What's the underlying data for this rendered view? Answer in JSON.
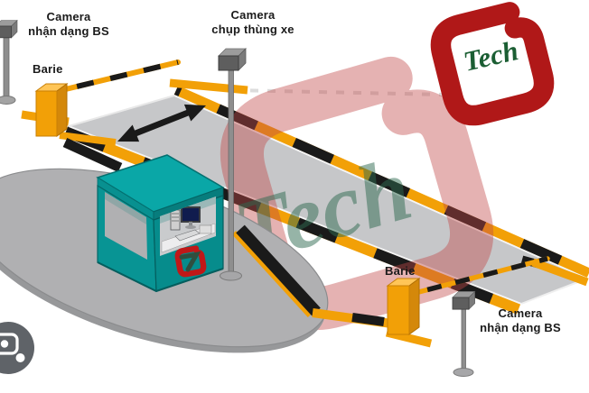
{
  "diagram": {
    "labels": {
      "camera_anpr_top": {
        "line1": "Camera",
        "line2": "nhận dạng BS"
      },
      "barrier_top": "Barie",
      "camera_cargo": {
        "line1": "Camera",
        "line2": "chụp thùng xe"
      },
      "barrier_bottom": "Barie",
      "camera_anpr_bottom": {
        "line1": "Camera",
        "line2": "nhận dạng BS"
      }
    }
  },
  "brand": {
    "logo_text": "Tech",
    "watermark_text": "Tech",
    "logo_red": "#b01818",
    "logo_green": "#1b5e33"
  },
  "colors": {
    "road_gray": "#c6c7c9",
    "stripe_orange": "#f2a007",
    "stripe_black": "#1a1a1a",
    "booth_teal": "#089494",
    "booth_roof": "#0aa7a7",
    "island_gray": "#b0b0b2",
    "lens_gray": "#5f6368",
    "watermark_red": "#c04848",
    "watermark_green": "#2d6a4f"
  }
}
